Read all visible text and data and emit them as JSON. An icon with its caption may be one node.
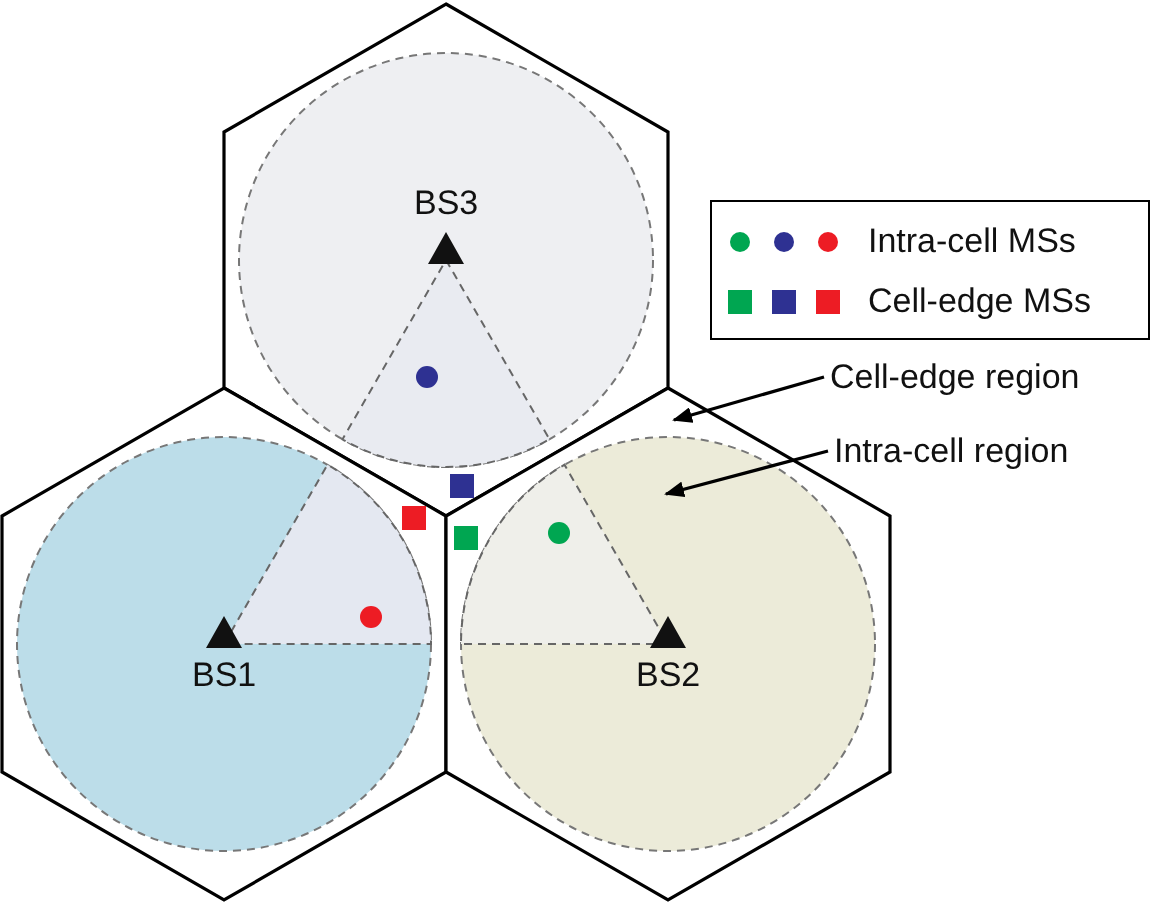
{
  "diagram": {
    "nodes": [
      {
        "text": [
          "BS3"
        ]
      },
      {
        "text": [
          "BS1"
        ]
      },
      {
        "text": [
          "BS2"
        ]
      },
      {
        "text": [
          "Cell-edge region"
        ]
      },
      {
        "text": [
          "Intra-cell region"
        ]
      }
    ],
    "edges": [
      {
        "from": 3,
        "to": 2,
        "arrow": "to"
      },
      {
        "from": 4,
        "to": 2,
        "arrow": "to"
      }
    ],
    "legend": [
      {
        "text": "Intra-cell MSs"
      },
      {
        "text": "Cell-edge MSs"
      }
    ]
  }
}
